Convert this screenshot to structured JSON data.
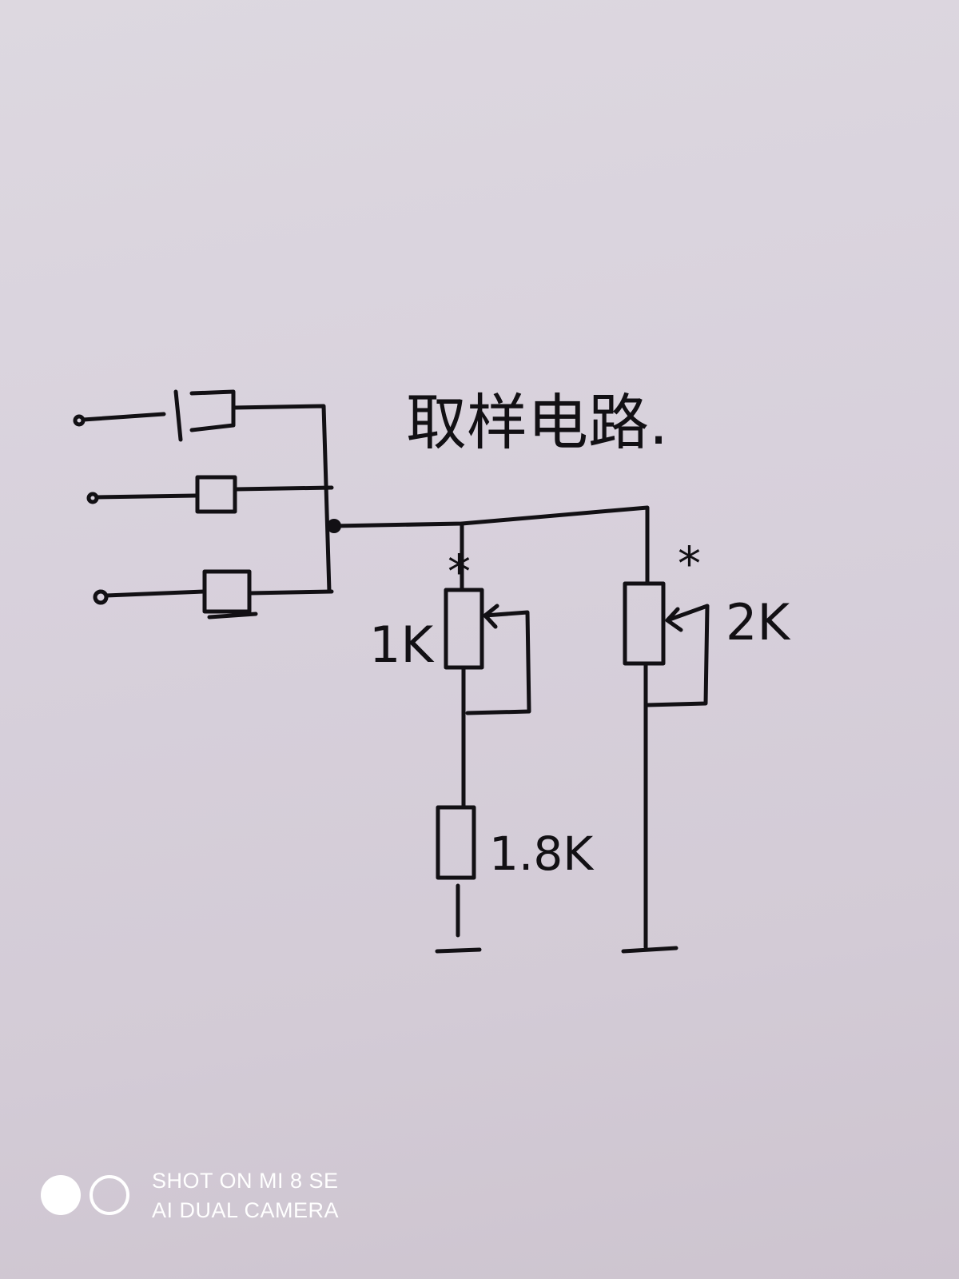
{
  "diagram": {
    "title": "取样电路.",
    "labels": {
      "pot1_value": "1K",
      "pot2_value": "2K",
      "resistor_value": "1.8K",
      "pot1_mark": "*",
      "pot2_mark": "*"
    }
  },
  "watermark": {
    "line1": "SHOT ON MI 8 SE",
    "line2": "AI DUAL CAMERA"
  }
}
